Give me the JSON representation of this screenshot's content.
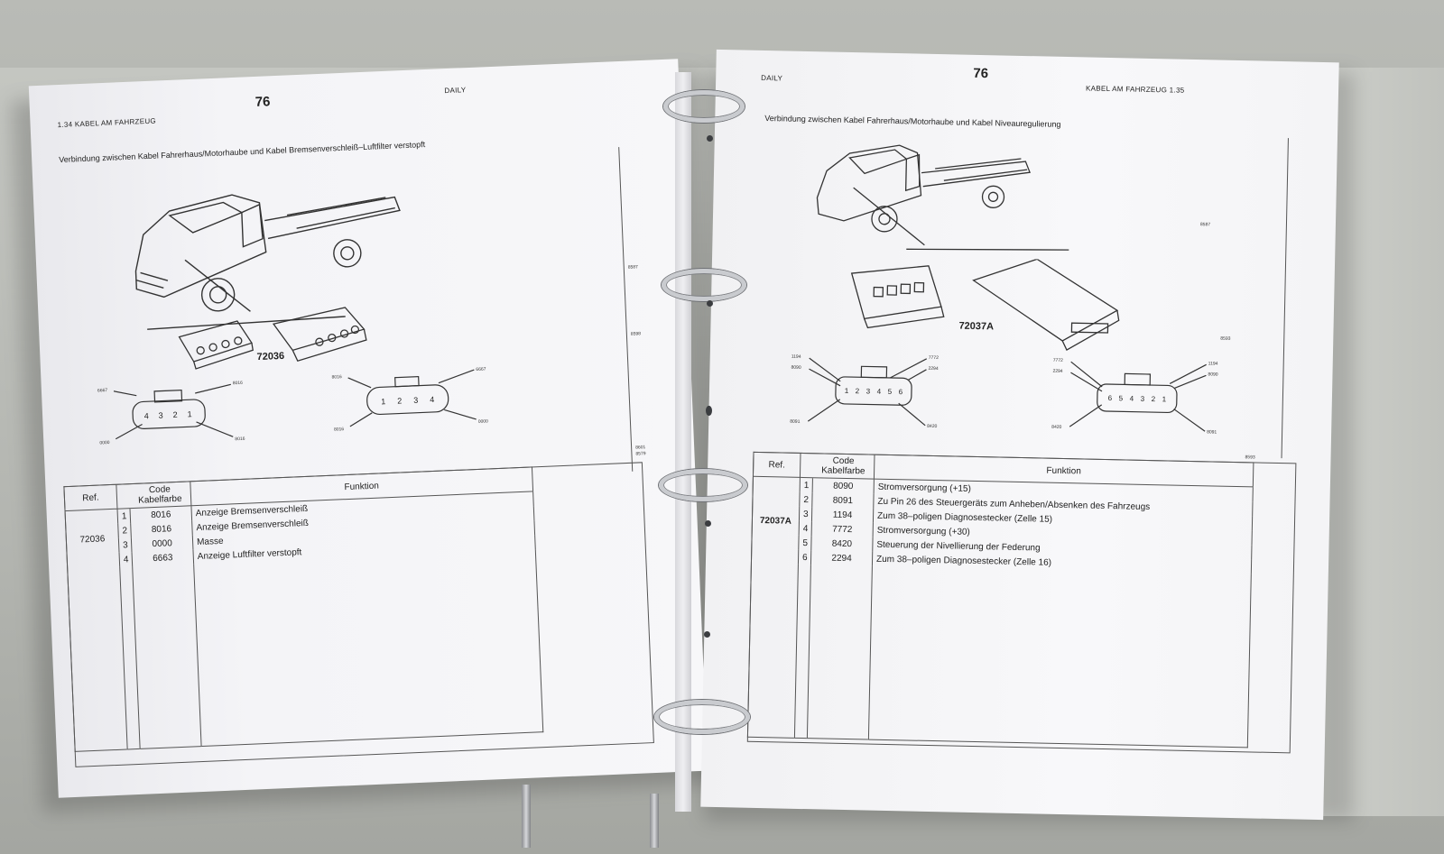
{
  "left_page": {
    "header_left": "1.34   KABEL AM FAHRZEUG",
    "page_number": "76",
    "header_right": "DAILY",
    "caption": "Verbindung zwischen Kabel Fahrerhaus/Motorhaube und Kabel Bremsenverschleiß–Luftfilter verstopft",
    "connector_code": "72036",
    "table": {
      "headers": {
        "ref": "Ref.",
        "code": "Code Kabelfarbe",
        "function": "Funktion"
      },
      "ref_value": "72036",
      "rows": [
        {
          "pin": "1",
          "code": "8016",
          "function": "Anzeige Bremsenverschleiß"
        },
        {
          "pin": "2",
          "code": "8016",
          "function": "Anzeige Bremsenverschleiß"
        },
        {
          "pin": "3",
          "code": "0000",
          "function": "Masse"
        },
        {
          "pin": "4",
          "code": "6663",
          "function": "Anzeige Luftfilter verstopft"
        }
      ]
    },
    "diagram_numbers": [
      "6667",
      "8016",
      "0000",
      "8016",
      "8016",
      "6667",
      "8016",
      "0000"
    ],
    "side_numbers": [
      "8587",
      "8598",
      "8601",
      "8579"
    ],
    "pins_a": [
      "4",
      "3",
      "2",
      "1"
    ],
    "pins_b": [
      "1",
      "2",
      "3",
      "4"
    ]
  },
  "right_page": {
    "header_left": "DAILY",
    "page_number": "76",
    "header_right": "KABEL AM FAHRZEUG   1.35",
    "caption": "Verbindung zwischen Kabel Fahrerhaus/Motorhaube und Kabel Niveauregulierung",
    "connector_code": "72037A",
    "table": {
      "headers": {
        "ref": "Ref.",
        "code": "Code Kabelfarbe",
        "function": "Funktion"
      },
      "ref_value": "72037A",
      "rows": [
        {
          "pin": "1",
          "code": "8090",
          "function": "Stromversorgung (+15)"
        },
        {
          "pin": "2",
          "code": "8091",
          "function": "Zu Pin 26 des Steuergeräts zum Anheben/Absenken des Fahrzeugs"
        },
        {
          "pin": "3",
          "code": "1194",
          "function": "Zum 38–poligen Diagnosestecker (Zelle 15)"
        },
        {
          "pin": "4",
          "code": "7772",
          "function": "Stromversorgung (+30)"
        },
        {
          "pin": "5",
          "code": "8420",
          "function": "Steuerung der Nivellierung der Federung"
        },
        {
          "pin": "6",
          "code": "2294",
          "function": "Zum 38–poligen Diagnosestecker (Zelle 16)"
        }
      ]
    },
    "diagram_numbers": [
      "1194",
      "8090",
      "7772",
      "2294",
      "8091",
      "8420",
      "7772",
      "2294",
      "1194",
      "8090",
      "8420",
      "8091"
    ],
    "side_numbers": [
      "8587",
      "8593",
      "8593"
    ],
    "pins_a": [
      "1",
      "2",
      "3",
      "4",
      "5",
      "6"
    ],
    "pins_b": [
      "6",
      "5",
      "4",
      "3",
      "2",
      "1"
    ]
  },
  "colors": {
    "paper": "#f6f6f8",
    "ink": "#222222",
    "binder": "#b3b5b0",
    "ring": "#c9cbcf"
  }
}
